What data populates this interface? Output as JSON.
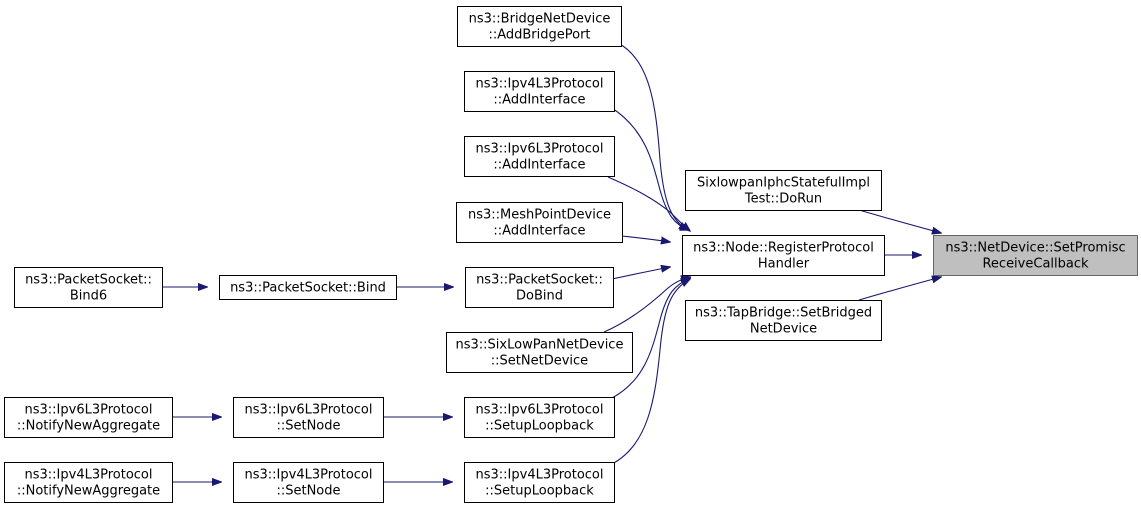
{
  "graph": {
    "accent": "#191970",
    "root_fill": "#bfbfbf",
    "nodes": {
      "root": [
        "ns3::NetDevice::SetPromisc",
        "ReceiveCallback"
      ],
      "register": [
        "ns3::Node::RegisterProtocol",
        "Handler"
      ],
      "sixlowpan_test": [
        "SixlowpanIphcStatefulImpl",
        "Test::DoRun"
      ],
      "tapbridge": [
        "ns3::TapBridge::SetBridged",
        "NetDevice"
      ],
      "bridge_add_port": [
        "ns3::BridgeNetDevice",
        "::AddBridgePort"
      ],
      "ipv4_add_iface": [
        "ns3::Ipv4L3Protocol",
        "::AddInterface"
      ],
      "ipv6_add_iface": [
        "ns3::Ipv6L3Protocol",
        "::AddInterface"
      ],
      "mesh_add_iface": [
        "ns3::MeshPointDevice",
        "::AddInterface"
      ],
      "ps_dobind": [
        "ns3::PacketSocket::",
        "DoBind"
      ],
      "sixlowpan_set_netdev": [
        "ns3::SixLowPanNetDevice",
        "::SetNetDevice"
      ],
      "ipv6_setup_loopback": [
        "ns3::Ipv6L3Protocol",
        "::SetupLoopback"
      ],
      "ipv4_setup_loopback": [
        "ns3::Ipv4L3Protocol",
        "::SetupLoopback"
      ],
      "ps_bind": [
        "ns3::PacketSocket::Bind"
      ],
      "ps_bind6": [
        "ns3::PacketSocket::",
        "Bind6"
      ],
      "ipv6_setnode": [
        "ns3::Ipv6L3Protocol",
        "::SetNode"
      ],
      "ipv4_setnode": [
        "ns3::Ipv4L3Protocol",
        "::SetNode"
      ],
      "ipv6_notify": [
        "ns3::Ipv6L3Protocol",
        "::NotifyNewAggregate"
      ],
      "ipv4_notify": [
        "ns3::Ipv4L3Protocol",
        "::NotifyNewAggregate"
      ]
    },
    "edges": [
      [
        "register",
        "root"
      ],
      [
        "sixlowpan_test",
        "root"
      ],
      [
        "tapbridge",
        "root"
      ],
      [
        "bridge_add_port",
        "register"
      ],
      [
        "ipv4_add_iface",
        "register"
      ],
      [
        "ipv6_add_iface",
        "register"
      ],
      [
        "mesh_add_iface",
        "register"
      ],
      [
        "ps_dobind",
        "register"
      ],
      [
        "sixlowpan_set_netdev",
        "register"
      ],
      [
        "ipv6_setup_loopback",
        "register"
      ],
      [
        "ipv4_setup_loopback",
        "register"
      ],
      [
        "ps_bind",
        "ps_dobind"
      ],
      [
        "ps_bind6",
        "ps_bind"
      ],
      [
        "ipv6_setnode",
        "ipv6_setup_loopback"
      ],
      [
        "ipv6_notify",
        "ipv6_setnode"
      ],
      [
        "ipv4_setnode",
        "ipv4_setup_loopback"
      ],
      [
        "ipv4_notify",
        "ipv4_setnode"
      ]
    ]
  }
}
